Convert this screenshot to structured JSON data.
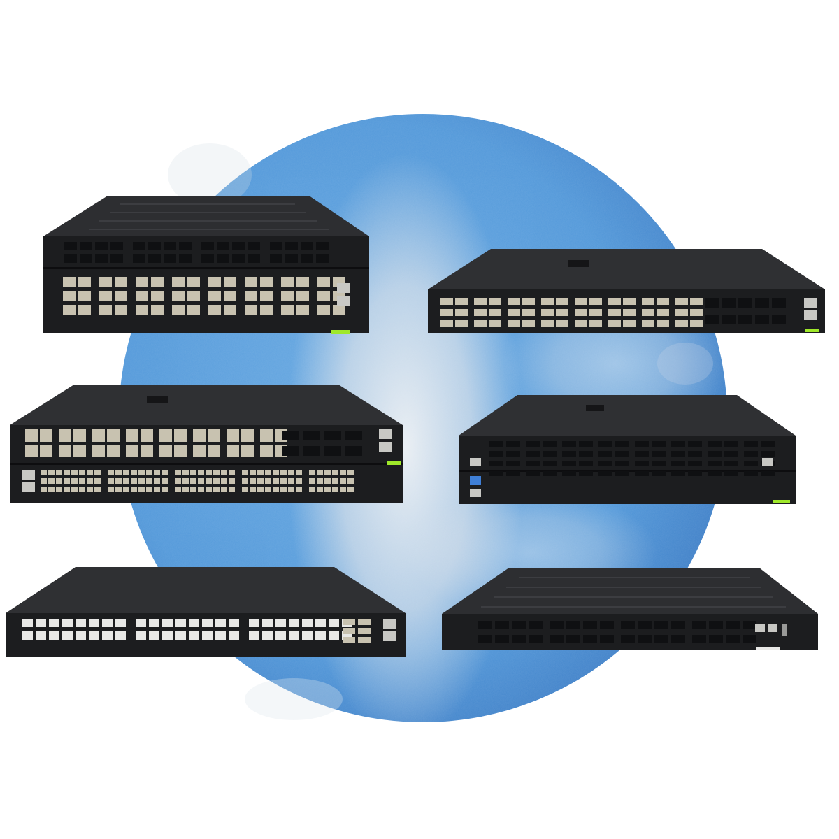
{
  "scene": {
    "background": "#ffffff",
    "circle_color": "#5399da",
    "circle_shadow": "#3f7fc7",
    "mist_color": "#e9edf1"
  },
  "switches": [
    {
      "id": "switch-top-left",
      "form": "2U",
      "panel_count": 2,
      "port_groups": "qsfp-and-sfp"
    },
    {
      "id": "switch-top-right",
      "form": "1U",
      "panel_count": 1,
      "port_groups": "sfp-and-qsfp"
    },
    {
      "id": "switch-middle-left",
      "form": "2U",
      "panel_count": 2,
      "port_groups": "sfp-stack"
    },
    {
      "id": "switch-middle-right",
      "form": "2U",
      "panel_count": 2,
      "port_groups": "qsfp-dense"
    },
    {
      "id": "switch-bottom-left",
      "form": "1U",
      "panel_count": 1,
      "port_groups": "rj45-48"
    },
    {
      "id": "switch-bottom-right",
      "form": "1U",
      "panel_count": 1,
      "port_groups": "qsfp-32"
    }
  ],
  "colors": {
    "chassis_top": "#2c2d30",
    "chassis_top_light": "#3a3b3f",
    "front_panel": "#1b1c1e",
    "port_silver": "#c8c2b0",
    "port_dark": "#0f1012",
    "rj45_light": "#e8e8e6",
    "status_green": "#9fe82a"
  }
}
